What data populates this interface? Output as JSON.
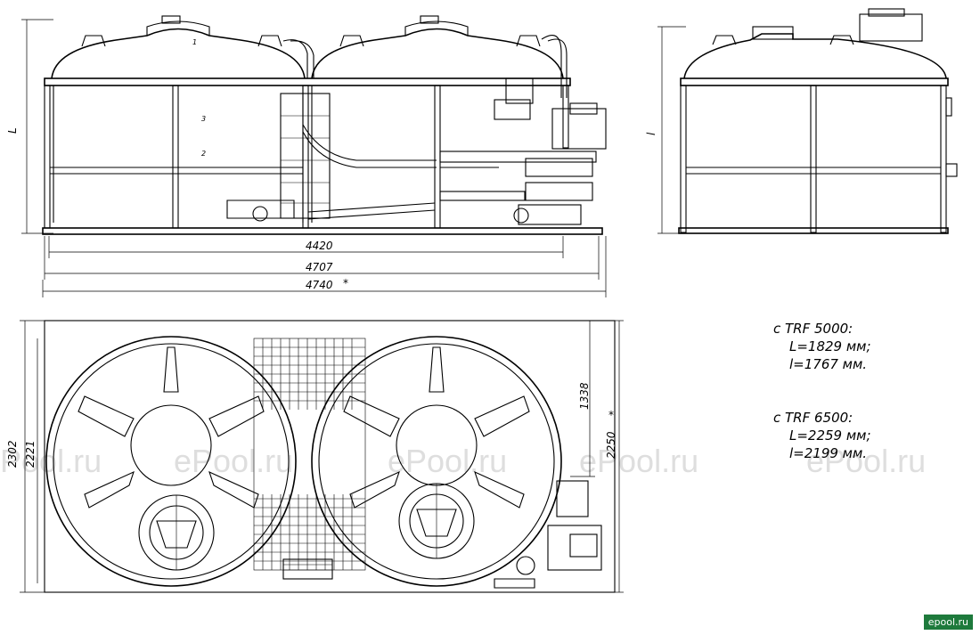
{
  "dimensions": {
    "front_L": "L",
    "side_l": "l",
    "width_4420": "4420",
    "width_4707": "4707",
    "width_4740": "4740",
    "marker": "*",
    "height_2302": "2302",
    "height_2221": "2221",
    "height_1338": "1338",
    "height_2250": "2250"
  },
  "specs": [
    {
      "title": "с TRF 5000:",
      "L": "L=1829 мм;",
      "l": "l=1767 мм."
    },
    {
      "title": "с TRF 6500:",
      "L": "L=2259 мм;",
      "l": "l=2199 мм."
    }
  ],
  "watermark": "ePool.ru",
  "badge": "epool.ru"
}
